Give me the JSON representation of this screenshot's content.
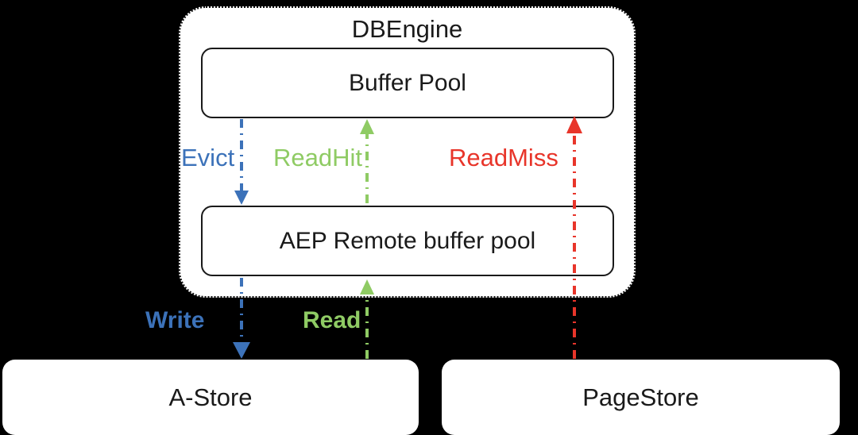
{
  "diagram": {
    "title": "DBEngine buffer pool tiering with AEP remote buffer pool",
    "type": "block-diagram",
    "background_color": "#000000",
    "container": {
      "label": "DBEngine",
      "border_style": "dotted",
      "fill_color": "#ffffff"
    },
    "boxes": [
      {
        "id": "buffer-pool",
        "label": "Buffer Pool",
        "fill_color": "#ffffff",
        "border_color": "#1a1a1a"
      },
      {
        "id": "aep",
        "label": "AEP Remote buffer pool",
        "fill_color": "#ffffff",
        "border_color": "#1a1a1a"
      },
      {
        "id": "a-store",
        "label": "A-Store",
        "fill_color": "#ffffff",
        "border_color": "#ffffff"
      },
      {
        "id": "pagestore",
        "label": "PageStore",
        "fill_color": "#ffffff",
        "border_color": "#ffffff"
      }
    ],
    "arrows": [
      {
        "id": "evict",
        "label": "Evict",
        "color": "#3C72B9",
        "direction": "down",
        "line_style": "dash-dot",
        "from": "Buffer Pool",
        "to": "AEP Remote buffer pool",
        "bold_label": false
      },
      {
        "id": "readhit",
        "label": "ReadHit",
        "color": "#8FCB64",
        "direction": "up",
        "line_style": "dash-dot",
        "from": "AEP Remote buffer pool",
        "to": "Buffer Pool",
        "bold_label": false
      },
      {
        "id": "readmiss",
        "label": "ReadMiss",
        "color": "#E8352A",
        "direction": "up",
        "line_style": "dash-dot",
        "from": "PageStore",
        "to": "Buffer Pool",
        "bold_label": false
      },
      {
        "id": "write",
        "label": "Write",
        "color": "#3C72B9",
        "direction": "down",
        "line_style": "dash-dot",
        "from": "AEP Remote buffer pool",
        "to": "A-Store",
        "bold_label": true
      },
      {
        "id": "read",
        "label": "Read",
        "color": "#8FCB64",
        "direction": "up",
        "line_style": "dash-dot",
        "from": "A-Store",
        "to": "AEP Remote buffer pool",
        "bold_label": true
      }
    ],
    "colors": {
      "blue": "#3C72B9",
      "green": "#8FCB64",
      "red": "#E8352A",
      "stroke": "#1a1a1a",
      "surface": "#ffffff",
      "background": "#000000"
    }
  }
}
